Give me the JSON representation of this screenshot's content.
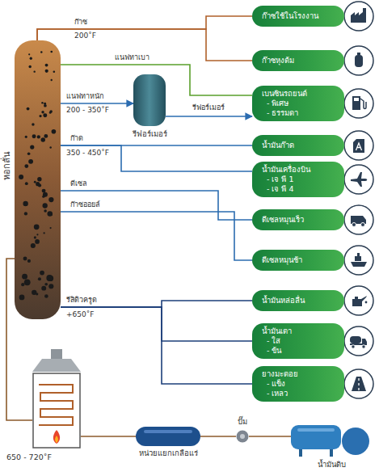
{
  "diagram": {
    "nodes": [
      {
        "text": [
          "หอกลั่น"
        ]
      },
      {
        "text": [
          "ก๊าซใช้ในโรงงาน"
        ]
      },
      {
        "text": [
          "ก๊าซหุงต้ม"
        ]
      },
      {
        "text": [
          "รีฟอร์เมอร์"
        ]
      },
      {
        "text": [
          "เบนซินรถยนต์",
          "- พิเศษ",
          "- ธรรมดา"
        ]
      },
      {
        "text": [
          "น้ำมันก๊าด"
        ]
      },
      {
        "text": [
          "น้ำมันเครื่องบิน",
          "- เจ พี 1",
          "- เจ พี 4"
        ]
      },
      {
        "text": [
          "ดีเซลหมุนเร็ว"
        ]
      },
      {
        "text": [
          "ดีเซลหมุนช้า"
        ]
      },
      {
        "text": [
          "น้ำมันหล่อลื่น"
        ]
      },
      {
        "text": [
          "น้ำมันเตา",
          "- ใส",
          "- ข้น"
        ]
      },
      {
        "text": [
          "ยางมะตอย",
          "- แข็ง",
          "- เหลว"
        ]
      },
      {
        "text": [
          "650 - 720˚F"
        ]
      },
      {
        "text": [
          "หน่วยแยกเกลือแร่"
        ]
      },
      {
        "text": [
          "ปั๊ม"
        ]
      },
      {
        "text": [
          "น้ำมันดิบ"
        ]
      }
    ],
    "edges": [
      {
        "from": 0,
        "to": 1,
        "label": "ก๊าซ",
        "arrow": "none"
      },
      {
        "from": 0,
        "to": 2,
        "arrow": "none"
      },
      {
        "from": 0,
        "to": 4,
        "label": "แนฟทาเบา",
        "arrow": "none"
      },
      {
        "from": 0,
        "to": 3,
        "label": "แนฟทาหนัก",
        "arrow": "to"
      },
      {
        "from": 3,
        "to": 4,
        "label": "รีฟอร์เมอร์",
        "arrow": "to"
      },
      {
        "from": 0,
        "to": 5,
        "label": "ก๊าด",
        "arrow": "none"
      },
      {
        "from": 0,
        "to": 6,
        "arrow": "none"
      },
      {
        "from": 0,
        "to": 7,
        "label": "ดีเซล",
        "arrow": "none"
      },
      {
        "from": 0,
        "to": 8,
        "label": "ก๊าซออยล์",
        "arrow": "none"
      },
      {
        "from": 0,
        "to": 9,
        "label": "รีสิดิวครูด",
        "arrow": "none"
      },
      {
        "from": 0,
        "to": 10,
        "arrow": "none"
      },
      {
        "from": 0,
        "to": 11,
        "arrow": "none"
      },
      {
        "from": 15,
        "to": 14,
        "arrow": "none"
      },
      {
        "from": 14,
        "to": 13,
        "arrow": "none"
      },
      {
        "from": 13,
        "to": 12,
        "arrow": "none"
      },
      {
        "from": 12,
        "to": 0,
        "arrow": "none"
      }
    ],
    "labels": [
      "200˚F",
      "200 - 350˚F",
      "350 - 450˚F",
      "+650˚F"
    ]
  }
}
